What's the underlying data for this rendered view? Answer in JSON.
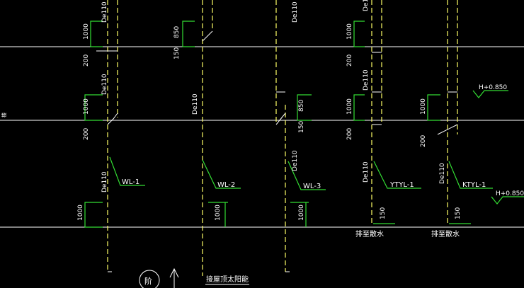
{
  "colors": {
    "background": "#000000",
    "gridline": "#ffffff",
    "pipe": "#ffff66",
    "dimension": "#33dd33",
    "text": "#ffffff"
  },
  "labels": {
    "pipe_sizes": [
      "De110",
      "De110",
      "De110",
      "De110",
      "De110",
      "De110",
      "De110",
      "De110",
      "De110",
      "De110"
    ],
    "dims_a": [
      "1000",
      "200",
      "850",
      "150",
      "1000",
      "200",
      "1000",
      "200",
      "850",
      "150",
      "1000",
      "200",
      "1000",
      "200"
    ],
    "dims_b": [
      "1000",
      "1000",
      "1000",
      "150",
      "150"
    ],
    "pipe_tags": [
      "WL-1",
      "WL-2",
      "WL-3",
      "YTYL-1",
      "KTYL-1"
    ],
    "levels": [
      "H+0.850",
      "H+0.850"
    ],
    "drain_notes": [
      "排至散水",
      "排至散水"
    ],
    "bottom_note": "接屋顶太阳能",
    "circle_text": "阶",
    "left_mark": "楼"
  }
}
